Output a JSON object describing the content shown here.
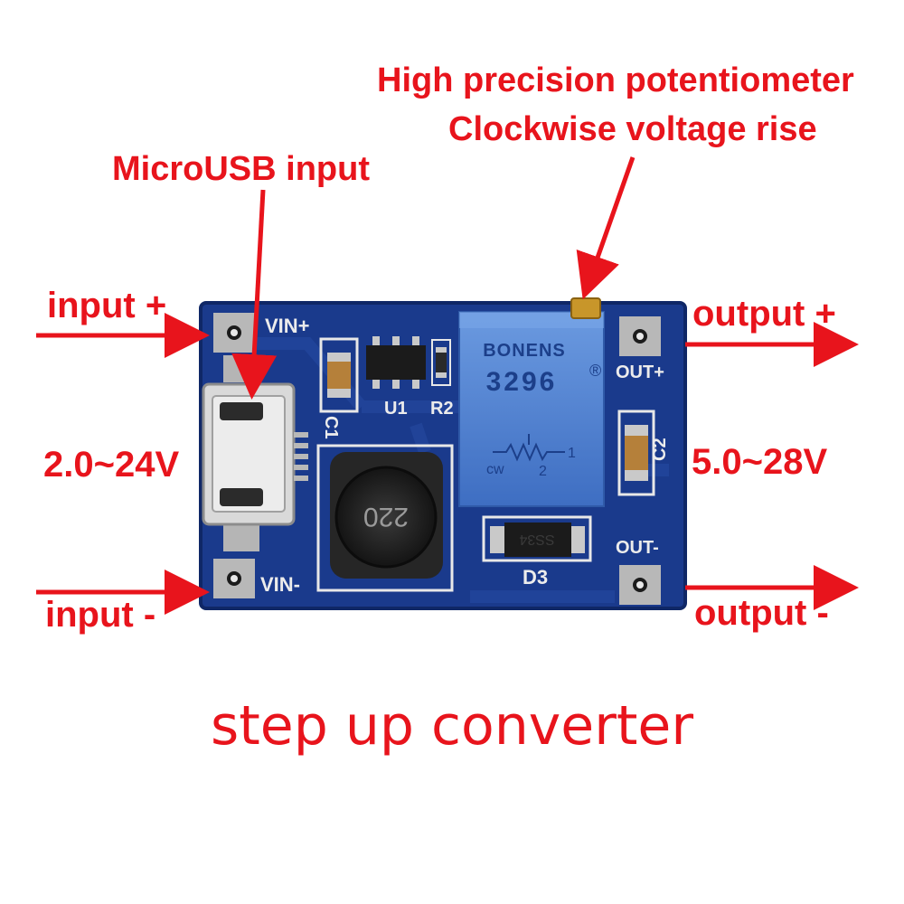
{
  "annotations": {
    "potentiometer_line1": "High precision potentiometer",
    "potentiometer_line2": "Clockwise voltage rise",
    "microusb": "MicroUSB input",
    "input_plus": "input +",
    "input_minus": "input -",
    "input_range": "2.0~24V",
    "output_plus": "output +",
    "output_minus": "output -",
    "output_range": "5.0~28V"
  },
  "board": {
    "silk_vin_plus": "VIN+",
    "silk_vin_minus": "VIN-",
    "silk_out_plus": "OUT+",
    "silk_out_minus": "OUT-",
    "silk_c1": "C1",
    "silk_c2": "C2",
    "silk_u1": "U1",
    "silk_r2": "R2",
    "silk_d3": "D3",
    "inductor_marking": "220",
    "pot_brand": "BONENS",
    "pot_model": "3296",
    "pot_registered": "®",
    "pot_pin1": "1",
    "pot_pin2": "2",
    "pot_cw": "cw",
    "diode_marking": "SS34"
  },
  "caption": "step up converter",
  "colors": {
    "annotation": "#e8141c",
    "pcb": "#1a3a8c",
    "pcb_dark": "#0f2766",
    "trimmer": "#4a7fd0"
  }
}
